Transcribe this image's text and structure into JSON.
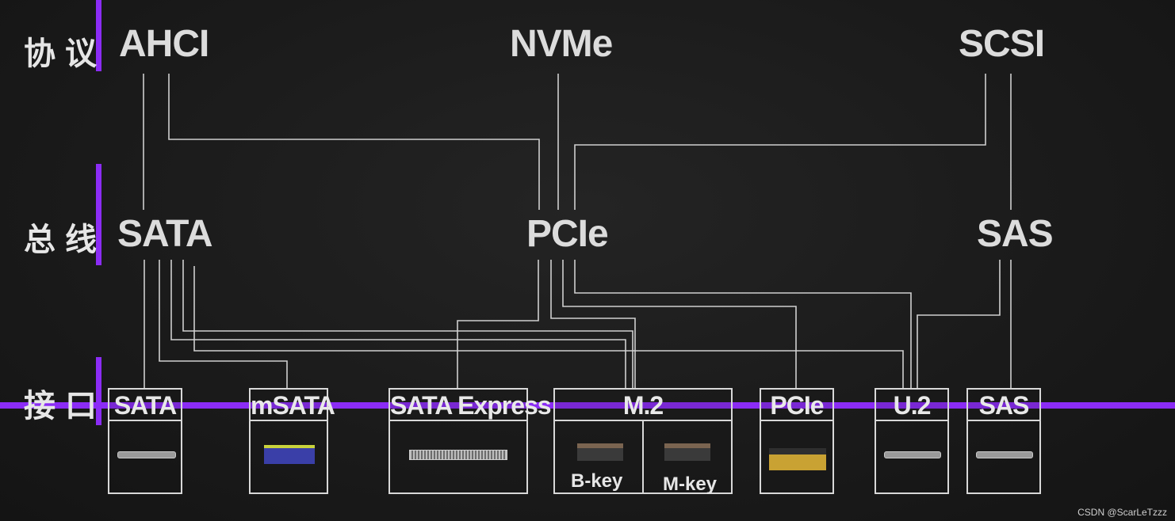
{
  "rows": {
    "protocol": "协议",
    "bus": "总线",
    "interface": "接口"
  },
  "protocols": {
    "ahci": "AHCI",
    "nvme": "NVMe",
    "scsi": "SCSI"
  },
  "buses": {
    "sata": "SATA",
    "pcie": "PCIe",
    "sas": "SAS"
  },
  "interfaces": {
    "sata": "SATA",
    "msata": "mSATA",
    "sata_express": "SATA Express",
    "m2": "M.2",
    "m2_bkey": "B-key",
    "m2_mkey": "M-key",
    "pcie": "PCIe",
    "u2": "U.2",
    "sas": "SAS"
  },
  "colors": {
    "accent": "#8b2cf5",
    "line": "#d0d0d0",
    "background": "#1b1b1b"
  },
  "credit": "CSDN @ScarLeTzzz"
}
